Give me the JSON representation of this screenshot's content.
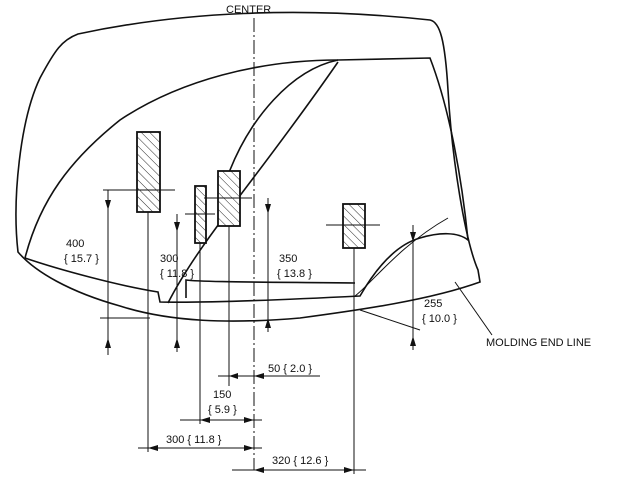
{
  "labels": {
    "center": "CENTER",
    "molding": "MOLDING END LINE",
    "d400": "400",
    "d400b": "{ 15.7 }",
    "d300v": "300",
    "d300vb": "{ 11.8 }",
    "d350": "350",
    "d350b": "{ 13.8 }",
    "d255": "255",
    "d255b": "{ 10.0 }",
    "d50": "50 { 2.0 }",
    "d150": "150",
    "d150b": "{ 5.9 }",
    "d300h": "300 { 11.8 }",
    "d320": "320 { 12.6 }"
  }
}
